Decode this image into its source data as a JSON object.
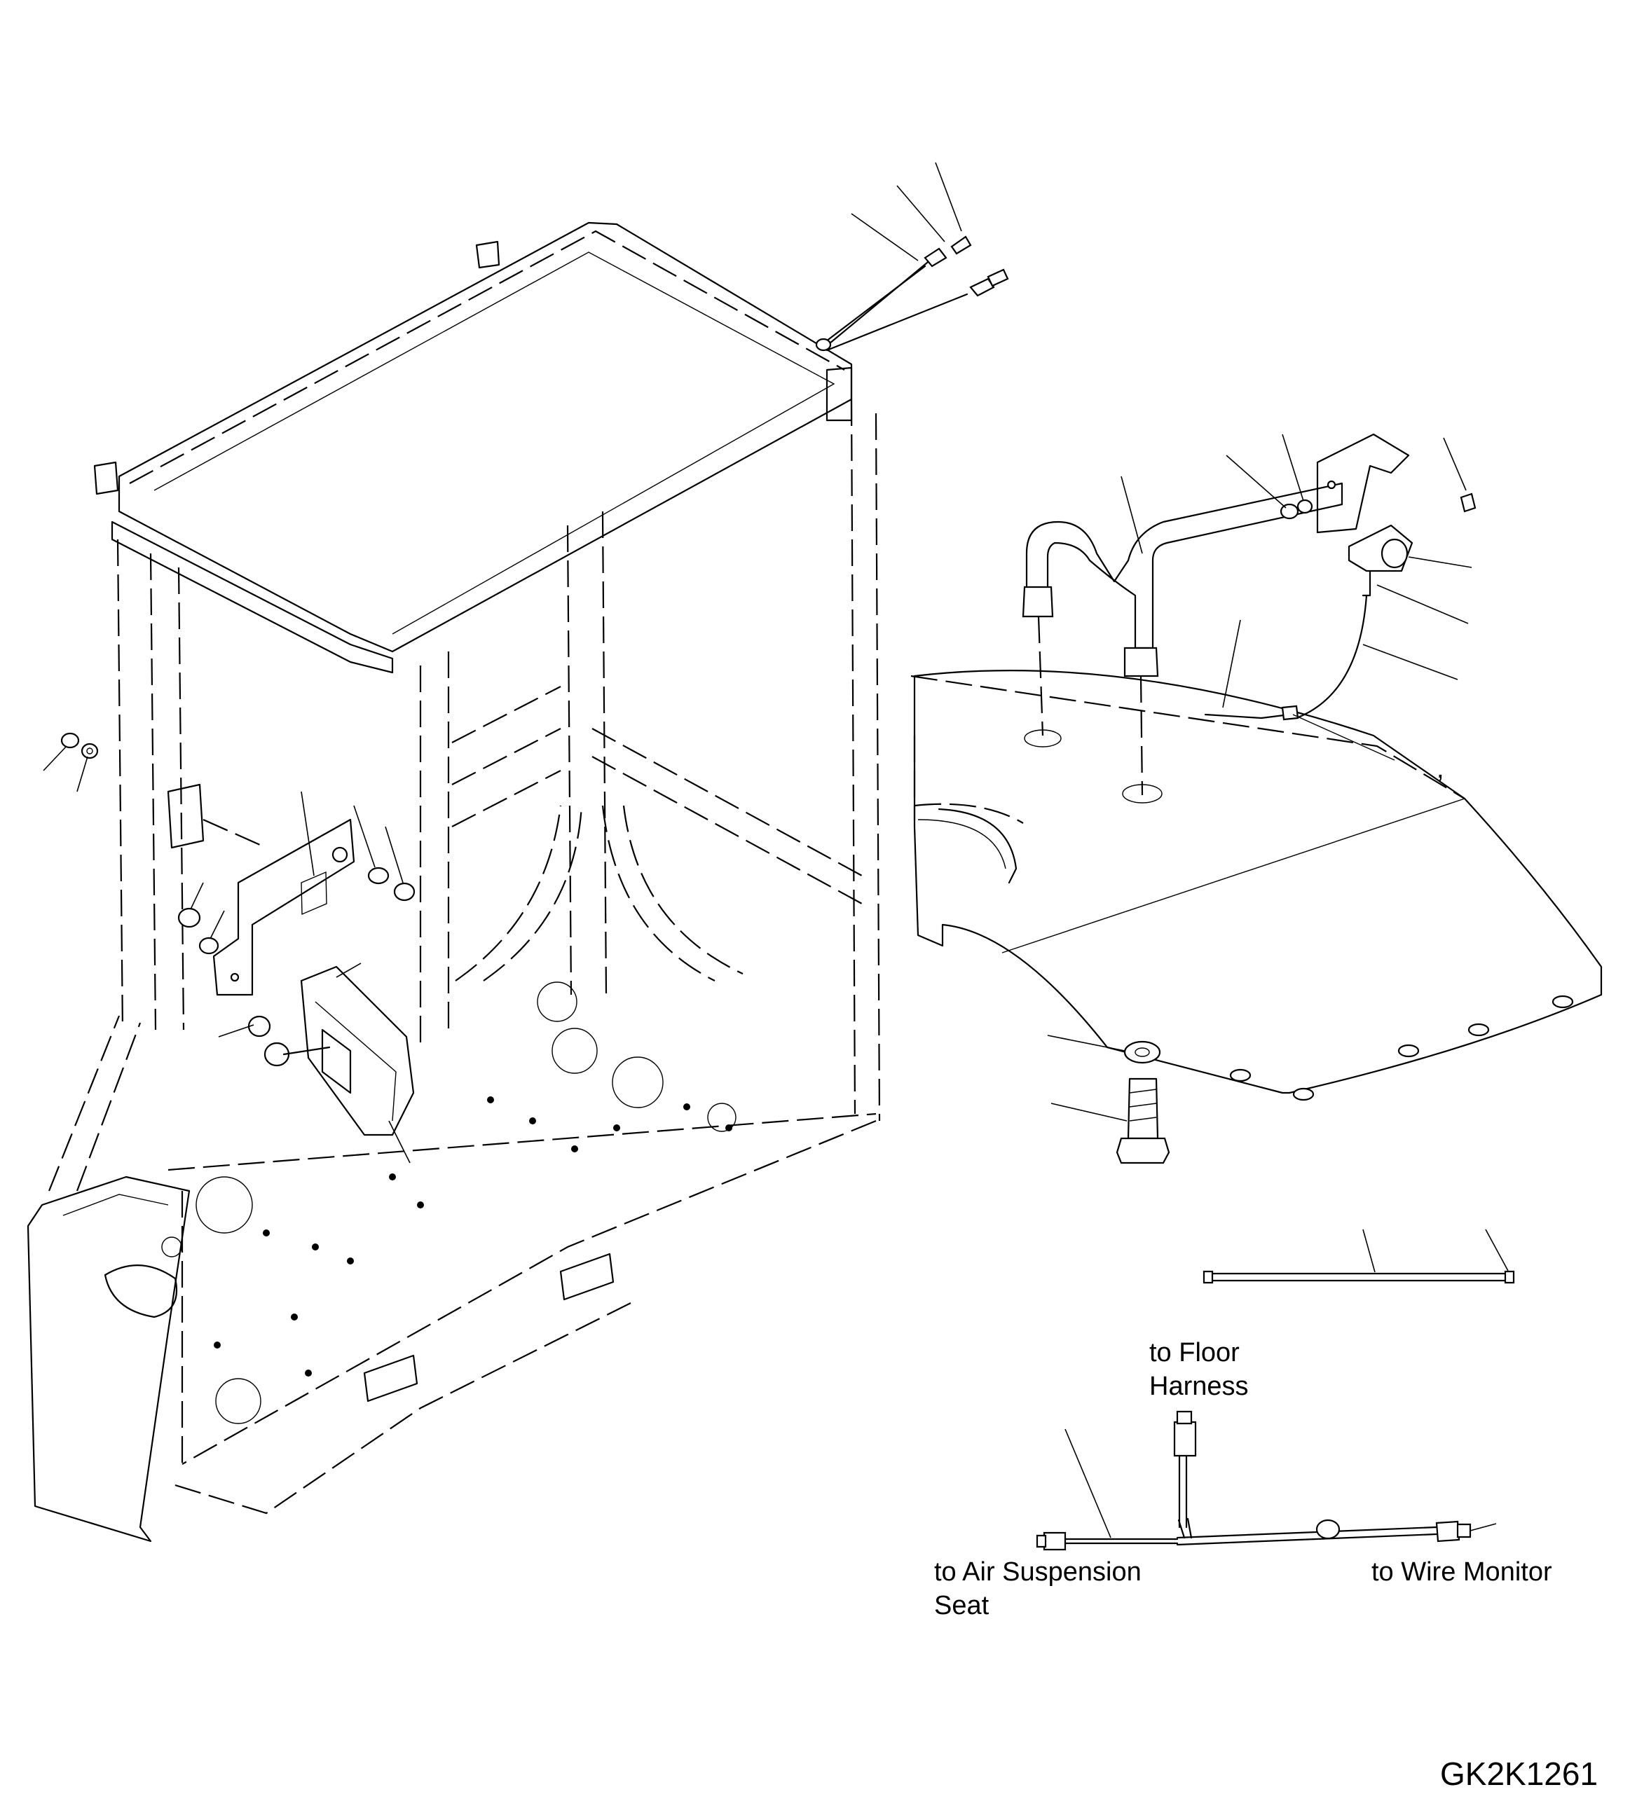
{
  "callouts": {
    "to_floor_harness": [
      "to Floor",
      "Harness"
    ],
    "to_air_suspension_seat": [
      "to Air Suspension",
      "Seat"
    ],
    "to_wire_monitor": "to Wire Monitor",
    "mark": ","
  },
  "figure_code": "GK2K1261"
}
